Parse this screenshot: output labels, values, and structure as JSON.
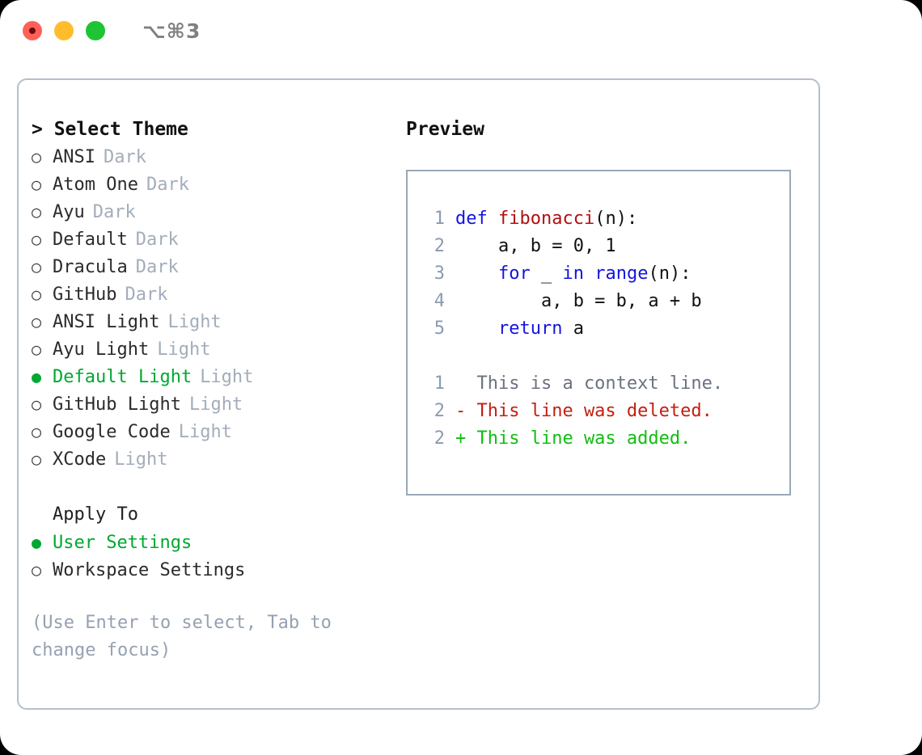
{
  "window": {
    "shortcut": "⌥⌘3",
    "traffic_lights": [
      {
        "name": "close",
        "color": "#ff6058"
      },
      {
        "name": "minimize",
        "color": "#ffbd2e"
      },
      {
        "name": "maximize",
        "color": "#1ec434"
      }
    ]
  },
  "colors": {
    "selected_green": "#00a832",
    "diff_add_green": "#11bd11",
    "diff_del_red": "#c41e10",
    "keyword_blue": "#1414e0",
    "function_red": "#b01010",
    "muted_gray": "#a3adbb",
    "line_number": "#8a9bb0",
    "panel_border": "#b6bfcb",
    "preview_border": "#9aa8b8"
  },
  "theme_list": {
    "header": "> Select Theme",
    "marker_unselected": "○",
    "marker_selected": "●",
    "items": [
      {
        "name": "ANSI",
        "category": "Dark",
        "selected": false
      },
      {
        "name": "Atom One",
        "category": "Dark",
        "selected": false
      },
      {
        "name": "Ayu",
        "category": "Dark",
        "selected": false
      },
      {
        "name": "Default",
        "category": "Dark",
        "selected": false
      },
      {
        "name": "Dracula",
        "category": "Dark",
        "selected": false
      },
      {
        "name": "GitHub",
        "category": "Dark",
        "selected": false
      },
      {
        "name": "ANSI Light",
        "category": "Light",
        "selected": false
      },
      {
        "name": "Ayu Light",
        "category": "Light",
        "selected": false
      },
      {
        "name": "Default Light",
        "category": "Light",
        "selected": true
      },
      {
        "name": "GitHub Light",
        "category": "Light",
        "selected": false
      },
      {
        "name": "Google Code",
        "category": "Light",
        "selected": false
      },
      {
        "name": "XCode",
        "category": "Light",
        "selected": false
      }
    ]
  },
  "apply_to": {
    "header": "Apply To",
    "options": [
      {
        "label": "User Settings",
        "selected": true
      },
      {
        "label": "Workspace Settings",
        "selected": false
      }
    ]
  },
  "hint": "(Use Enter to select, Tab to change focus)",
  "preview": {
    "title": "Preview",
    "code_lines": [
      {
        "number": "1",
        "tokens": [
          {
            "text": "def ",
            "type": "keyword"
          },
          {
            "text": "fibonacci",
            "type": "function"
          },
          {
            "text": "(n):",
            "type": "plain"
          }
        ]
      },
      {
        "number": "2",
        "tokens": [
          {
            "text": "    a, b = 0, 1",
            "type": "plain"
          }
        ]
      },
      {
        "number": "3",
        "tokens": [
          {
            "text": "    ",
            "type": "plain"
          },
          {
            "text": "for",
            "type": "keyword"
          },
          {
            "text": " _ ",
            "type": "plain"
          },
          {
            "text": "in",
            "type": "keyword"
          },
          {
            "text": " ",
            "type": "plain"
          },
          {
            "text": "range",
            "type": "keyword"
          },
          {
            "text": "(n):",
            "type": "plain"
          }
        ]
      },
      {
        "number": "4",
        "tokens": [
          {
            "text": "        a, b = b, a + b",
            "type": "plain"
          }
        ]
      },
      {
        "number": "5",
        "tokens": [
          {
            "text": "    ",
            "type": "plain"
          },
          {
            "text": "return",
            "type": "keyword"
          },
          {
            "text": " a",
            "type": "plain"
          }
        ]
      }
    ],
    "diff_lines": [
      {
        "number": "1",
        "text": "  This is a context line.",
        "type": "context"
      },
      {
        "number": "2",
        "text": "- This line was deleted.",
        "type": "deleted"
      },
      {
        "number": "2",
        "text": "+ This line was added.",
        "type": "added"
      }
    ]
  }
}
